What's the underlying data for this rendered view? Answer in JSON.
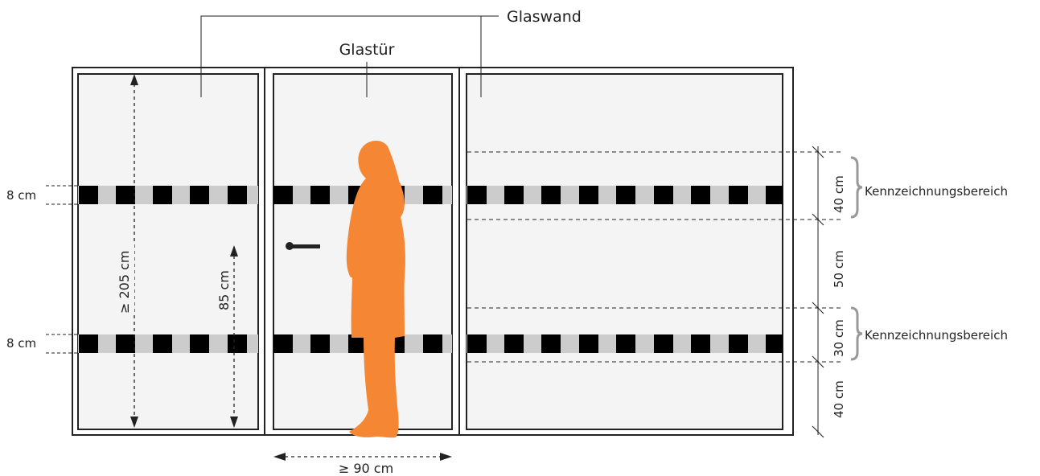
{
  "labels": {
    "glass_wall": "Glaswand",
    "glass_door": "Glastür",
    "marking_area_upper": "Kennzeichnungsbereich",
    "marking_area_lower": "Kennzeichnungsbereich"
  },
  "dimensions": {
    "stripe_upper": "8 cm",
    "stripe_lower": "8 cm",
    "door_height": "≥ 205 cm",
    "handle_height": "85 cm",
    "door_width": "≥ 90 cm",
    "zone_upper_marking": "40 cm",
    "zone_middle": "50 cm",
    "zone_lower_marking": "30 cm",
    "zone_bottom": "40 cm"
  },
  "colors": {
    "frame": "#222222",
    "glass": "#f4f4f4",
    "stripe_dark": "#000000",
    "stripe_light": "#cccccc",
    "person": "#f58634",
    "brace": "#999999"
  },
  "icons": {
    "person": "person-silhouette-icon",
    "handle": "door-handle-icon"
  }
}
